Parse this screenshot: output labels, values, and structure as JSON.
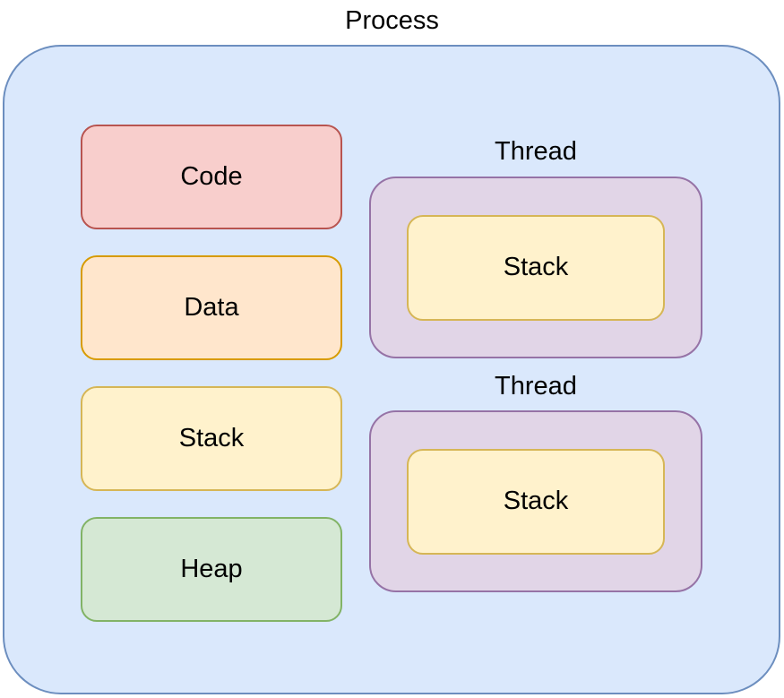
{
  "title": "Process",
  "colors": {
    "background": "#ffffff",
    "text": "#000000",
    "process_fill": "#dae8fc",
    "process_stroke": "#6c8ebf",
    "code_fill": "#f8cecc",
    "code_stroke": "#b85450",
    "data_fill": "#ffe6cc",
    "data_stroke": "#d79b00",
    "stack_fill": "#fff2cc",
    "stack_stroke": "#d6b656",
    "heap_fill": "#d5e8d4",
    "heap_stroke": "#82b366",
    "thread_fill": "#e1d5e7",
    "thread_stroke": "#9673a6"
  },
  "segments": [
    {
      "id": "code",
      "label": "Code"
    },
    {
      "id": "data",
      "label": "Data"
    },
    {
      "id": "stack",
      "label": "Stack"
    },
    {
      "id": "heap",
      "label": "Heap"
    }
  ],
  "threads": [
    {
      "label": "Thread",
      "stack_label": "Stack"
    },
    {
      "label": "Thread",
      "stack_label": "Stack"
    }
  ]
}
